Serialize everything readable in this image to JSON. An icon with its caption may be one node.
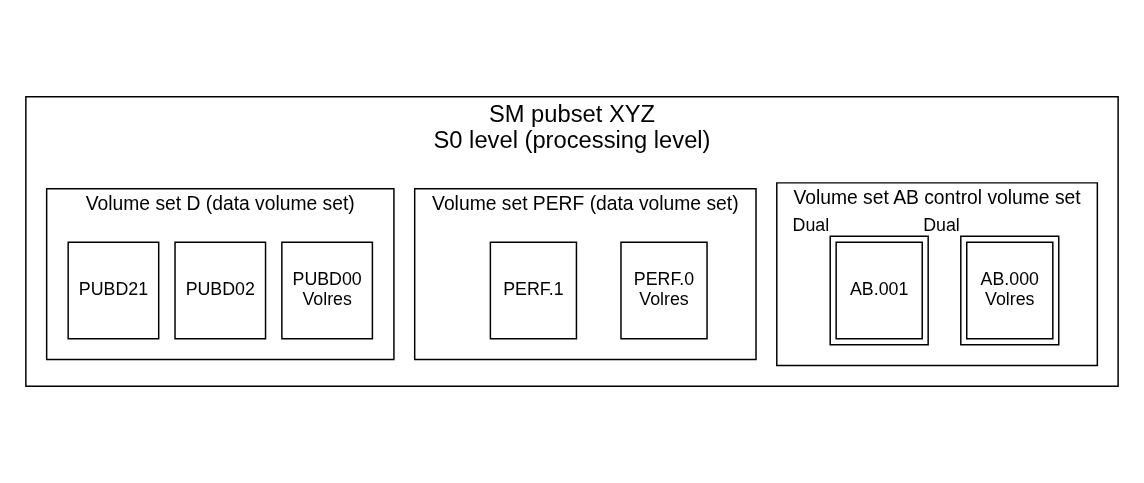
{
  "diagram": {
    "nodes": [
      {
        "text": [
          "SM pubset XYZ",
          "S0 level (processing level)"
        ]
      },
      {
        "text": [
          "Volume set AB control volume set"
        ],
        "in": 0
      },
      {
        "text": [
          "AB.000",
          "Volres"
        ],
        "in": 1,
        "beside": [
          "Dual"
        ]
      },
      {
        "text": [
          "AB.001"
        ],
        "in": 1,
        "beside": [
          "Dual"
        ]
      },
      {
        "text": [
          "Volume set PERF (data volume set)"
        ],
        "in": 0
      },
      {
        "text": [
          "PERF.0",
          "Volres"
        ],
        "in": 4
      },
      {
        "text": [
          "PERF.1"
        ],
        "in": 4
      },
      {
        "text": [
          "Volume set D (data volume set)"
        ],
        "in": 0
      },
      {
        "text": [
          "PUBD00",
          "Volres"
        ],
        "in": 7
      },
      {
        "text": [
          "PUBD02"
        ],
        "in": 7
      },
      {
        "text": [
          "PUBD21"
        ],
        "in": 7
      }
    ],
    "edges": []
  }
}
